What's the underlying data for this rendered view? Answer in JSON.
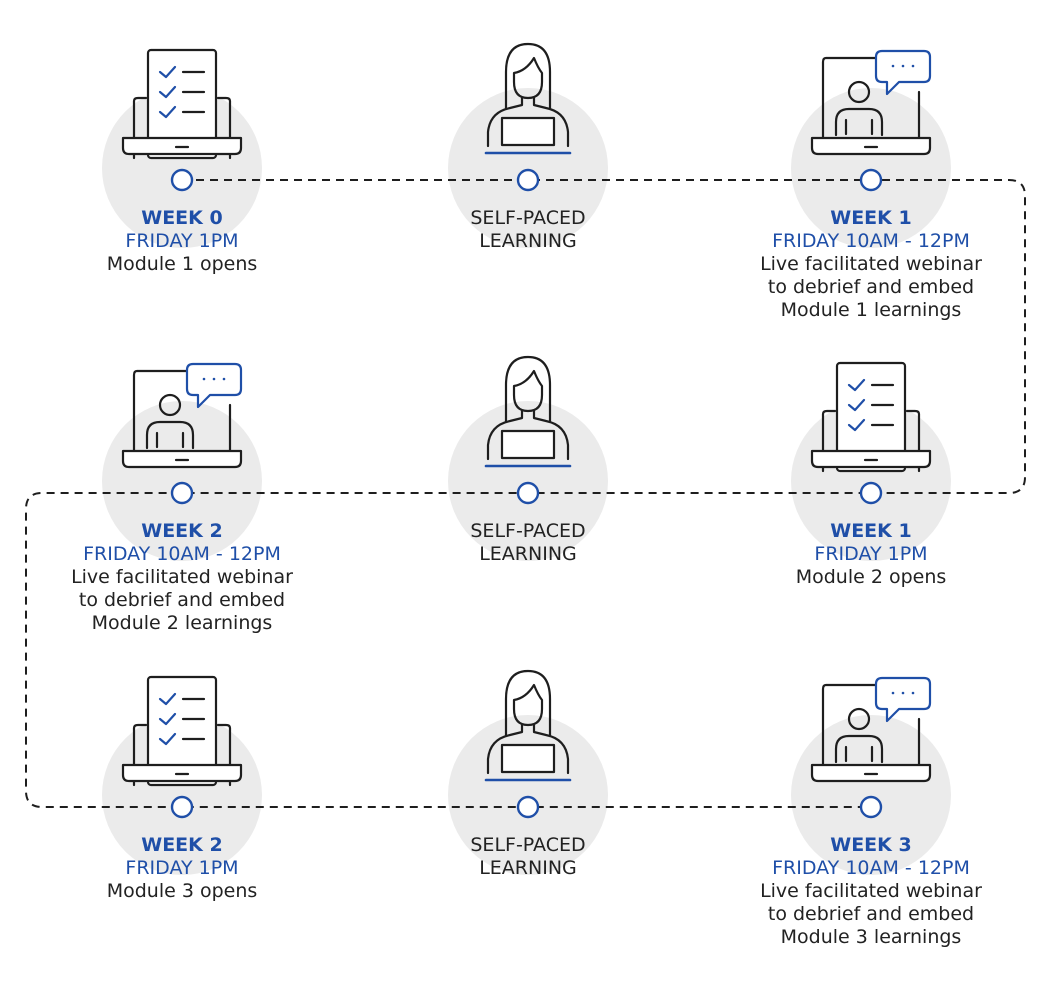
{
  "colors": {
    "accent": "#1f4fa8",
    "ink": "#1e1e1e",
    "circle_bg": "#ebebeb",
    "line": "#1e1e1e"
  },
  "rows": [
    {
      "nodes": [
        {
          "kind": "event",
          "icon": "checklist-laptop-icon",
          "week": "WEEK 0",
          "time": "FRIDAY 1PM",
          "desc": [
            "Module 1 opens"
          ]
        },
        {
          "kind": "self",
          "icon": "learner-laptop-icon",
          "text": [
            "SELF-PACED",
            "LEARNING"
          ]
        },
        {
          "kind": "event",
          "icon": "webinar-laptop-icon",
          "week": "WEEK 1",
          "time": "FRIDAY 10AM - 12PM",
          "desc": [
            "Live facilitated webinar",
            "to debrief and embed",
            "Module 1 learnings"
          ]
        }
      ]
    },
    {
      "nodes": [
        {
          "kind": "event",
          "icon": "webinar-laptop-icon",
          "week": "WEEK 2",
          "time": "FRIDAY 10AM - 12PM",
          "desc": [
            "Live facilitated webinar",
            "to debrief and embed",
            "Module 2 learnings"
          ]
        },
        {
          "kind": "self",
          "icon": "learner-laptop-icon",
          "text": [
            "SELF-PACED",
            "LEARNING"
          ]
        },
        {
          "kind": "event",
          "icon": "checklist-laptop-icon",
          "week": "WEEK 1",
          "time": "FRIDAY 1PM",
          "desc": [
            "Module 2 opens"
          ]
        }
      ]
    },
    {
      "nodes": [
        {
          "kind": "event",
          "icon": "checklist-laptop-icon",
          "week": "WEEK 2",
          "time": "FRIDAY 1PM",
          "desc": [
            "Module 3 opens"
          ]
        },
        {
          "kind": "self",
          "icon": "learner-laptop-icon",
          "text": [
            "SELF-PACED",
            "LEARNING"
          ]
        },
        {
          "kind": "event",
          "icon": "webinar-laptop-icon",
          "week": "WEEK 3",
          "time": "FRIDAY 10AM - 12PM",
          "desc": [
            "Live facilitated webinar",
            "to debrief and embed",
            "Module 3 learnings"
          ]
        }
      ]
    }
  ]
}
